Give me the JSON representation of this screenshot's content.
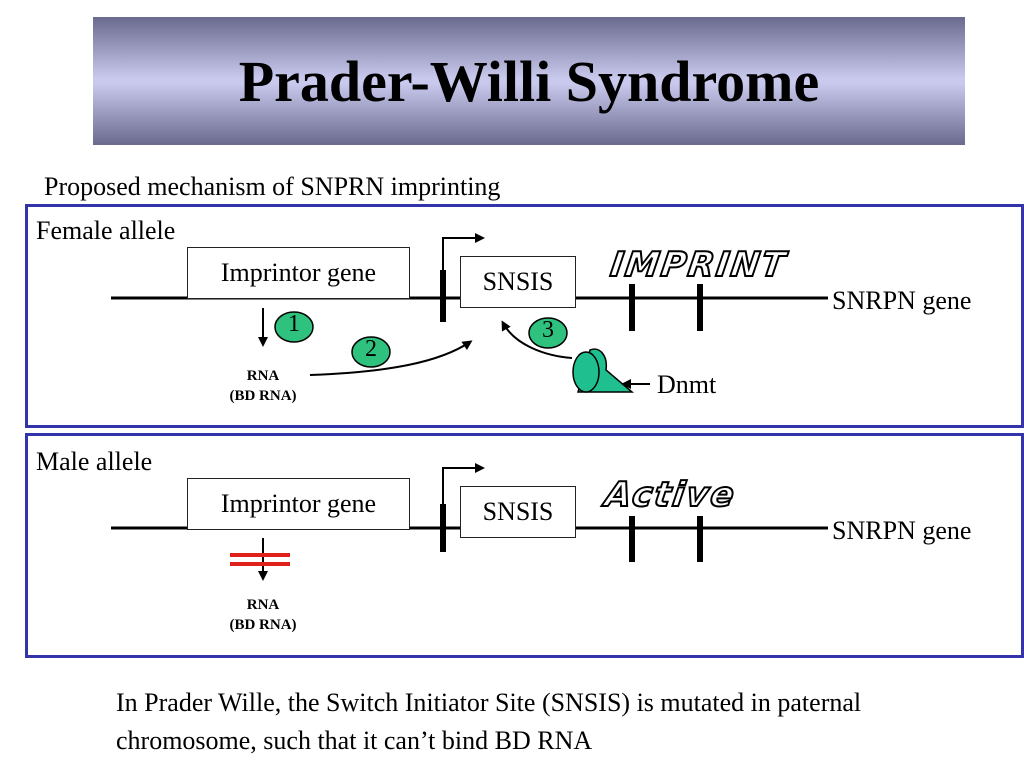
{
  "title": "Prader-Willi Syndrome",
  "subtitle": "Proposed mechanism of SNPRN imprinting",
  "female": {
    "label": "Female allele",
    "imprintor": "Imprintor gene",
    "snsis": "SNSIS",
    "status_word": "IMPRINT",
    "gene": "SNRPN gene",
    "rna_line1": "RNA",
    "rna_line2": "(BD RNA)",
    "steps": [
      "1",
      "2",
      "3"
    ],
    "enzyme": "Dnmt"
  },
  "male": {
    "label": "Male allele",
    "imprintor": "Imprintor gene",
    "snsis": "SNSIS",
    "status_word": "Active",
    "gene": "SNRPN gene",
    "rna_line1": "RNA",
    "rna_line2": "(BD RNA)"
  },
  "footnote": "In Prader Wille, the Switch Initiator Site (SNSIS) is mutated in paternal chromosome, such that it can’t bind BD RNA",
  "colors": {
    "panel_border": "#3333aa",
    "step_circle": "#2ec27e",
    "dnmt_shape": "#1fbf8f",
    "blocked_mark": "#e0201a"
  }
}
